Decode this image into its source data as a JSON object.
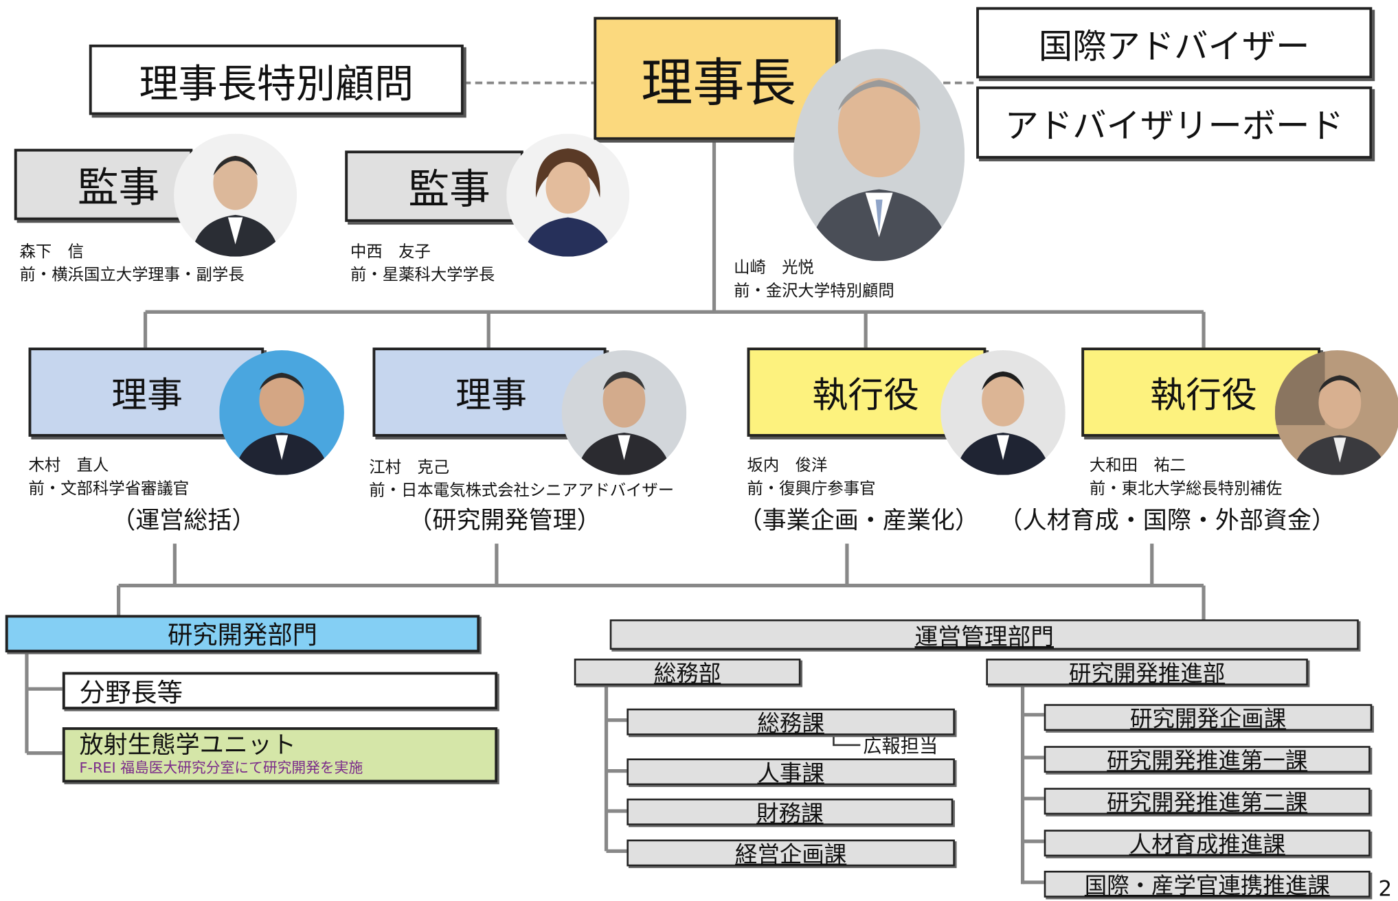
{
  "top": {
    "chairman": "理事長",
    "special_advisor": "理事長特別顧問",
    "international_advisor": "国際アドバイザー",
    "advisory_board": "アドバイザリーボード",
    "chairman_name": "山崎　光悦",
    "chairman_prev": "前・金沢大学特別顧問"
  },
  "auditors": [
    {
      "title": "監事",
      "name": "森下　信",
      "prev": "前・横浜国立大学理事・副学長"
    },
    {
      "title": "監事",
      "name": "中西　友子",
      "prev": "前・星薬科大学学長"
    }
  ],
  "executives": [
    {
      "title": "理事",
      "name": "木村　直人",
      "prev": "前・文部科学省審議官",
      "role": "（運営総括）"
    },
    {
      "title": "理事",
      "name": "江村　克己",
      "prev": "前・日本電気株式会社シニアアドバイザー",
      "role": "（研究開発管理）"
    },
    {
      "title": "執行役",
      "name": "坂内　俊洋",
      "prev": "前・復興庁参事官",
      "role": "（事業企画・産業化）"
    },
    {
      "title": "執行役",
      "name": "大和田　祐二",
      "prev": "前・東北大学総長特別補佐",
      "role": "（人材育成・国際・外部資金）"
    }
  ],
  "research": {
    "title": "研究開発部門",
    "field_heads": "分野長等",
    "unit_title": "放射生態学ユニット",
    "unit_note": "F-REI 福島医大研究分室にて研究開発を実施"
  },
  "admin": {
    "title": "運営管理部門",
    "general_affairs": {
      "title": "総務部",
      "sections": [
        "総務課",
        "人事課",
        "財務課",
        "経営企画課"
      ],
      "pr": "広報担当"
    },
    "rd_promotion": {
      "title": "研究開発推進部",
      "sections": [
        "研究開発企画課",
        "研究開発推進第一課",
        "研究開発推進第二課",
        "人材育成推進課",
        "国際・産学官連携推進課"
      ]
    }
  },
  "page_number": "2"
}
